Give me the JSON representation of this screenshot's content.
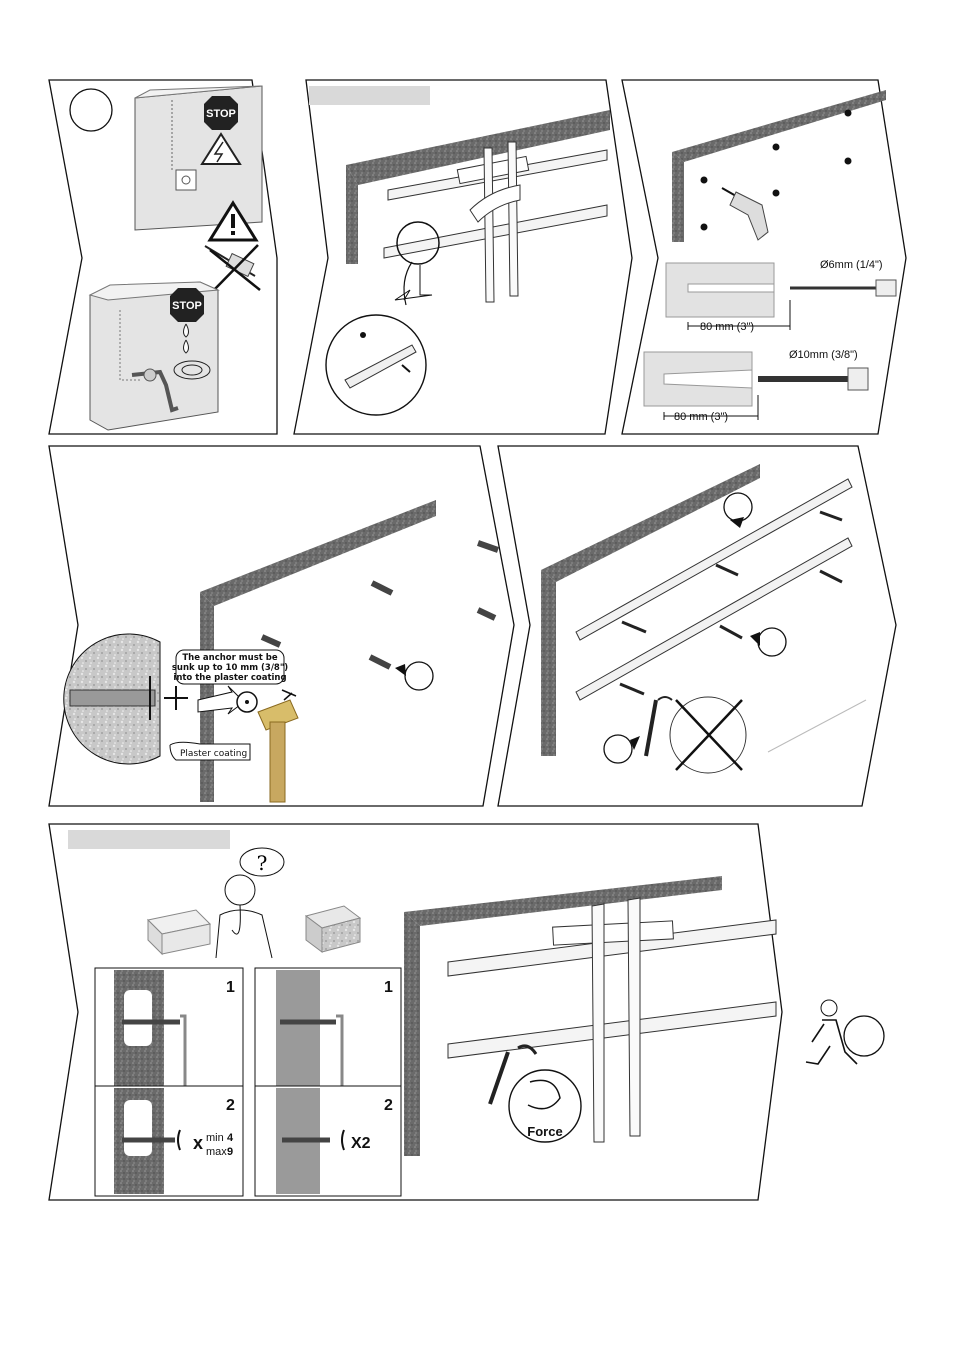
{
  "panel1": {
    "stop_top": "STOP",
    "stop_bottom": "STOP"
  },
  "panel3": {
    "drill_small_diameter": "Ø6mm (1/4\")",
    "drill_small_depth": "80  mm (3\")",
    "drill_large_diameter": "Ø10mm (3/8\")",
    "drill_large_depth": "80  mm (3\")"
  },
  "panel4": {
    "anchor_note_line1": "The anchor must be",
    "anchor_note_line2": "sunk up to 10 mm (3/8\")",
    "anchor_note_line3": "into the plaster coating",
    "plaster_label": "Plaster coating"
  },
  "panel6": {
    "hollow_step1": "1",
    "hollow_step2": "2",
    "solid_step1": "1",
    "solid_step2": "2",
    "turns_min_label": "min",
    "turns_min_value": "4",
    "turns_max_label": "max",
    "turns_max_value": "9",
    "turns_x": "x",
    "solid_turns": "X2",
    "force_label": "Force"
  },
  "colors": {
    "line": "#111111",
    "gray_panel": "#d9d9d9",
    "wall_texture": "#707070",
    "hammer_wood": "#c8a860",
    "stop_red": "#222222"
  }
}
